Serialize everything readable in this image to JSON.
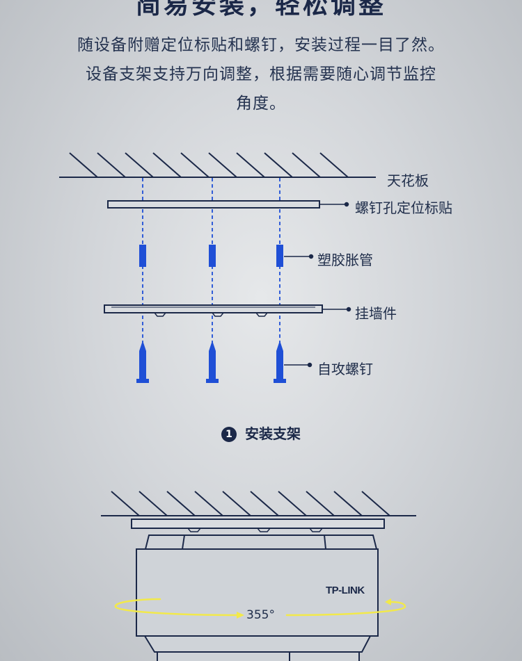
{
  "header": {
    "title": "简易安装，轻松调整",
    "intro_lines": [
      "随设备附赠定位标贴和螺钉，安装过程一目了然。",
      "设备支架支持万向调整，根据需要随心调节监控",
      "角度。"
    ]
  },
  "diagram": {
    "labels": {
      "ceiling": "天花板",
      "sticker": "螺钉孔定位标贴",
      "anchor": "塑胶胀管",
      "bracket": "挂墙件",
      "screw": "自攻螺钉"
    }
  },
  "step": {
    "number": "1",
    "caption": "安装支架"
  },
  "product": {
    "brand": "TP-LINK",
    "rotation": "355°"
  },
  "colors": {
    "navy": "#1b2848",
    "blue": "#1f4fd6",
    "yellow": "#f2e94a"
  }
}
